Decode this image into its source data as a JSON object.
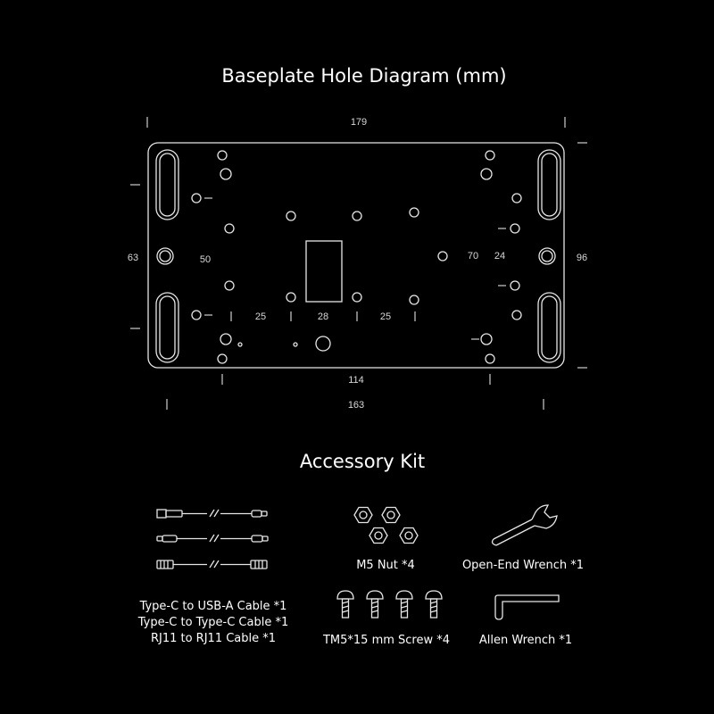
{
  "diagram": {
    "title": "Baseplate Hole Diagram (mm)",
    "dimensions": {
      "total_width": "179",
      "hole_span_outer": "163",
      "hole_span_inner": "114",
      "left_height": "63",
      "right_height": "96",
      "left_inner": "50",
      "right_inner_a": "70",
      "right_inner_b": "24",
      "spacing_a": "25",
      "spacing_b": "28",
      "spacing_c": "25"
    }
  },
  "accessories": {
    "title": "Accessory Kit",
    "items": {
      "cable_1": "Type-C to USB-A Cable *1",
      "cable_2": "Type-C to Type-C Cable *1",
      "cable_3": "RJ11 to RJ11 Cable *1",
      "nut": "M5 Nut *4",
      "wrench": "Open-End Wrench *1",
      "screw": "TM5*15 mm Screw *4",
      "allen": "Allen Wrench *1"
    }
  }
}
